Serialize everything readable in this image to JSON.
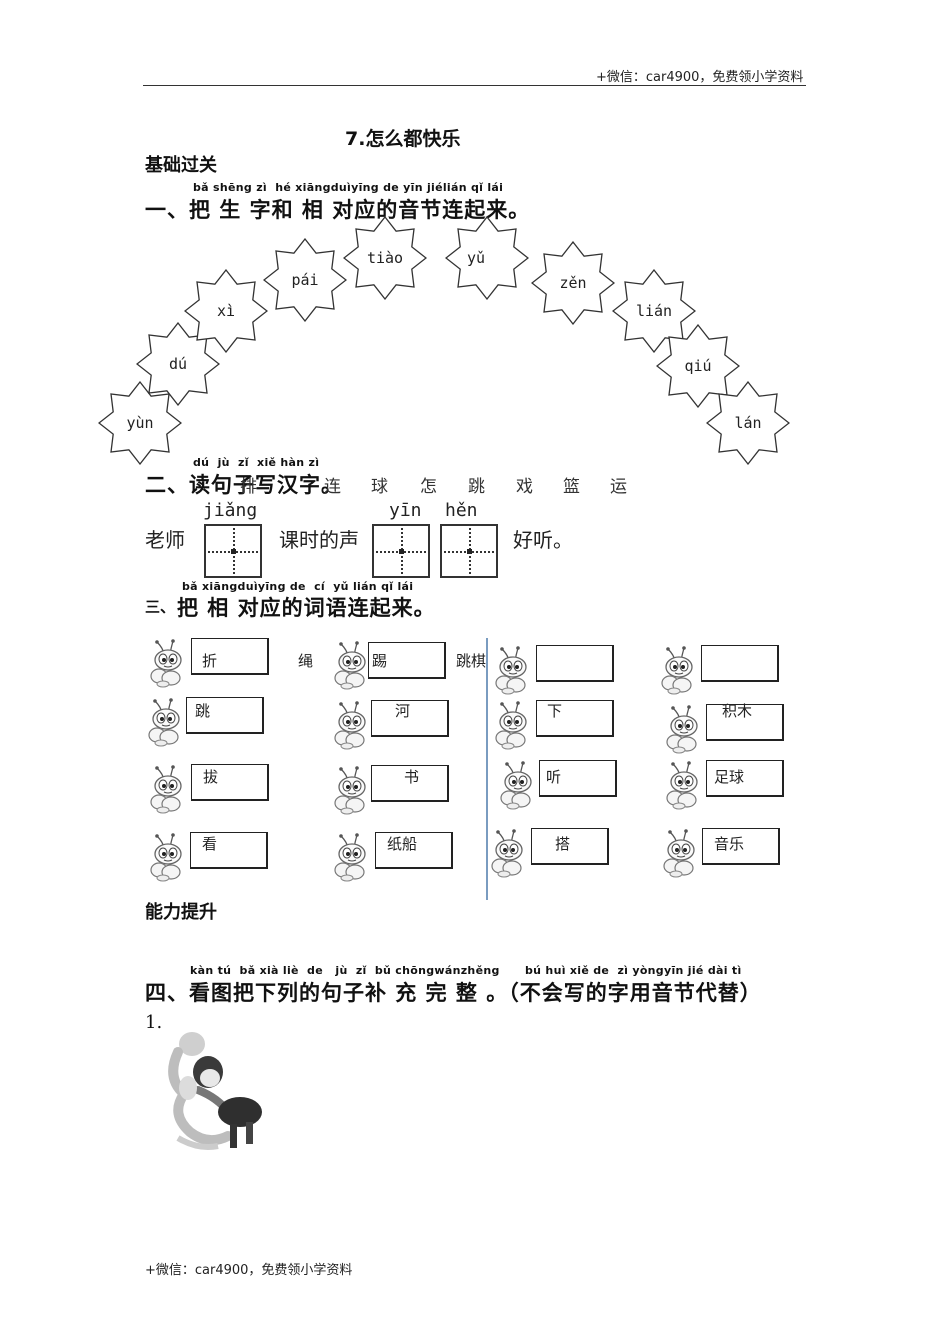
{
  "header": {
    "text": "+微信：car4900，免费领小学资料"
  },
  "footer": {
    "text": "+微信：car4900，免费领小学资料"
  },
  "title": "7.怎么都快乐",
  "section_basic": "基础过关",
  "q1": {
    "pinyin": "bǎ shēng zì  hé xiāngduìyīng de yīn jiélián qǐ lái",
    "heading": "一、把 生 字和 相 对应的音节连起来。",
    "stars": [
      "yùn",
      "dú",
      "xì",
      "pái",
      "tiào",
      "yǔ",
      "zěn",
      "lián",
      "qiú",
      "lán"
    ]
  },
  "q2": {
    "pinyin": "dú  jù  zǐ  xiě hàn zì",
    "heading": "二、读句子写汉字。",
    "chars": [
      "排",
      "连",
      "球",
      "怎",
      "跳",
      "戏",
      "篮",
      "运"
    ],
    "sentence": {
      "part1": "老师",
      "pinyin1": "jiǎng",
      "part2": "课时的声",
      "pinyin2": "yīn",
      "pinyin3": "hěn",
      "part3": "好听。"
    }
  },
  "q3": {
    "pinyin": "bǎ xiāngduìyīng de  cí  yǔ lián qǐ lái",
    "heading_prefix": "三、",
    "heading": "把 相 对应的词语连起来。",
    "boxes": [
      "折",
      "绳",
      "踢",
      "跳棋",
      "跳",
      "河",
      "下",
      "积木",
      "拔",
      "书",
      "听",
      "足球",
      "看",
      "纸船",
      "搭",
      "音乐"
    ]
  },
  "section_advance": "能力提升",
  "q4": {
    "pinyin1": "kàn tú  bǎ xià liè  de   jù  zǐ  bǔ chōngwánzhěng",
    "pinyin2": "bú huì xiě de  zì yòngyīn jié dài tì",
    "heading": "四、看图把下列的句子补 充 完 整 。（不会写的字用音节代替）",
    "item1": "1."
  }
}
